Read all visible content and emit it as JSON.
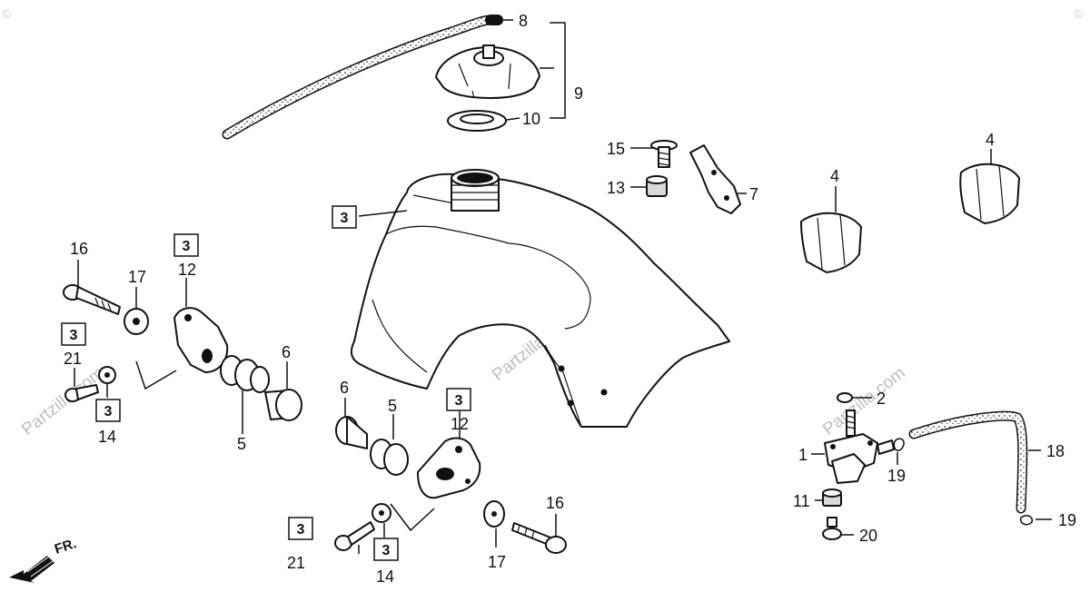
{
  "watermark": {
    "text": "Partzilla.com",
    "copyright": "©"
  },
  "front_label": "FR.",
  "callouts": {
    "c1": "1",
    "c2": "2",
    "c3": "3",
    "c4": "4",
    "c5": "5",
    "c6": "6",
    "c7": "7",
    "c8": "8",
    "c9": "9",
    "c10": "10",
    "c11": "11",
    "c12": "12",
    "c13": "13",
    "c14": "14",
    "c15": "15",
    "c16": "16",
    "c17": "17",
    "c18": "18",
    "c19": "19",
    "c20": "20",
    "c21": "21"
  },
  "boxed_ref": "3"
}
